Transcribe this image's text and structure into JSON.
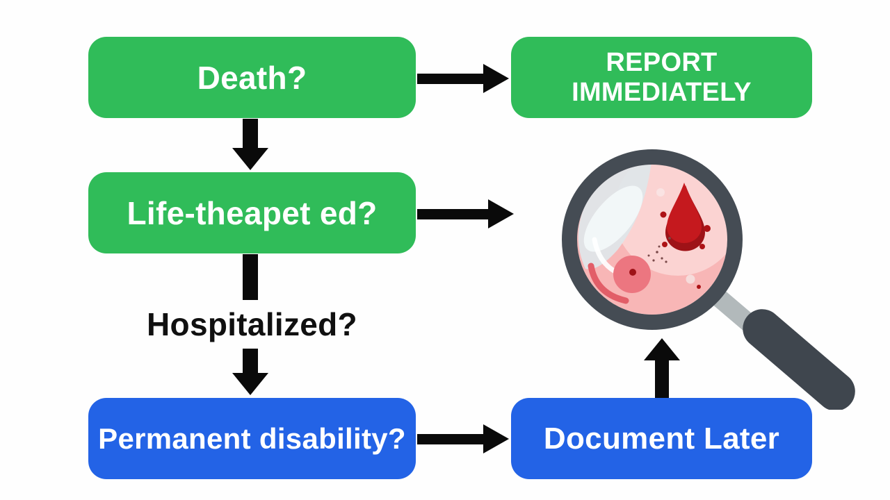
{
  "title": "incident-severity-reporting-flowchart",
  "colors": {
    "green": "#30BC59",
    "blue": "#2363E6",
    "arrow": "#0a0a0a",
    "ink": "#101010",
    "bg": "#FEFEFE",
    "rim": "#454C54",
    "handle": "#3F464E",
    "connector": "#B2B9BB",
    "lens": "#F8B6B6",
    "lens_light": "#FBD3D2",
    "glare": "#DFE6E9",
    "glare_bright": "#F4F8F9",
    "drop": "#C5191E",
    "drop_dark": "#9E1217",
    "cell": "#EC7680",
    "arc": "#E25E68",
    "dot": "#AD1216",
    "white_dot": "#FAE3E3"
  },
  "nodes": {
    "death": {
      "label": "Death?"
    },
    "report": {
      "lines": [
        "REPORT",
        "IMMEDIATELY"
      ]
    },
    "life_threatened": {
      "label": "Life-theapet ed?"
    },
    "hospitalized": {
      "label": "Hospitalized?"
    },
    "permanent_disability": {
      "label": "Permanent disability?"
    },
    "document_later": {
      "label": "Document Later"
    }
  },
  "icons": {
    "magnifier": "magnifying-glass-blood-sample-illustration"
  }
}
